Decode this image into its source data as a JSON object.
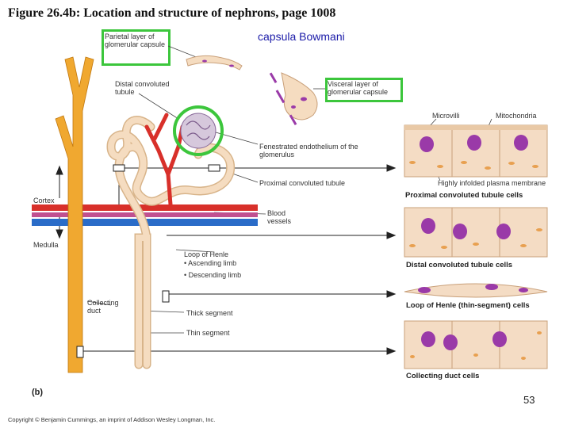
{
  "title": "Figure 26.4b: Location and structure of nephrons, page 1008",
  "overlay_label": "capsula Bowmani",
  "page_number": "53",
  "part_label": "(b)",
  "copyright": "Copyright © Benjamin Cummings, an imprint of Addison Wesley Longman, Inc.",
  "labels": {
    "parietal": "Parietal layer of glomerular capsule",
    "visceral": "Visceral layer of glomerular capsule",
    "dct": "Distal convoluted tubule",
    "fenestrated": "Fenestrated endothelium of the glomerulus",
    "pct": "Proximal convoluted tubule",
    "cortex": "Cortex",
    "medulla": "Medulla",
    "blood_vessels": "Blood vessels",
    "loop": "Loop of Henle",
    "ascending": "• Ascending limb",
    "descending": "• Descending limb",
    "collecting_duct": "Collecting duct",
    "thick": "Thick segment",
    "thin": "Thin segment",
    "microvilli": "Microvilli",
    "mitochondria": "Mitochondria",
    "membrane": "Highly infolded plasma membrane"
  },
  "cell_captions": {
    "pct": "Proximal convoluted tubule cells",
    "dct": "Distal convoluted tubule cells",
    "loop": "Loop of Henle (thin-segment) cells",
    "collecting": "Collecting duct cells"
  },
  "colors": {
    "duct": "#f0a830",
    "tubule": "#f5dcc0",
    "artery": "#d8302a",
    "vein": "#2a6cc8",
    "highlight": "#3cc63c",
    "nucleus": "#9a3aa8",
    "cell": "#f4dcc4"
  }
}
